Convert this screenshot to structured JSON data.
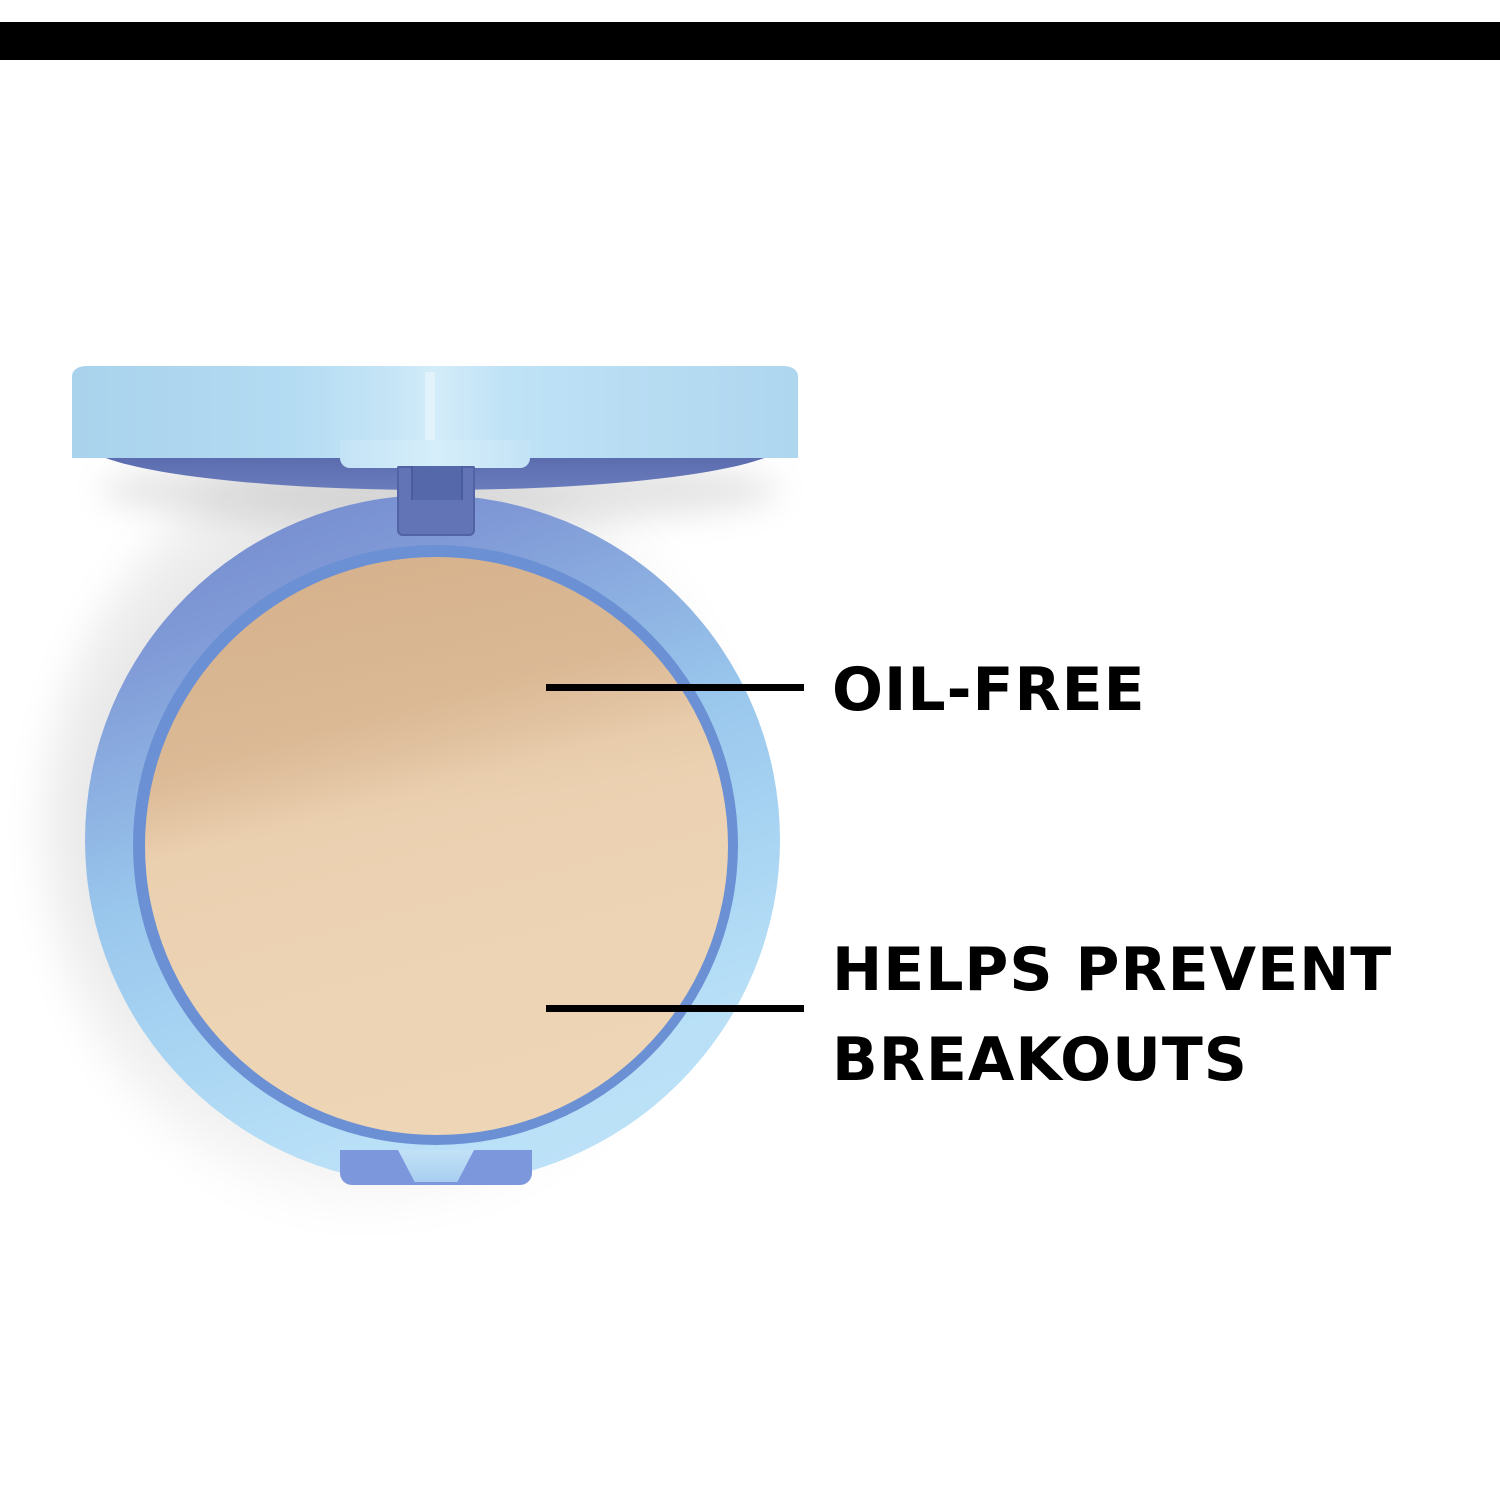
{
  "header": {
    "bar_color": "#000000"
  },
  "product": {
    "name": "pressed powder compact",
    "case_color": "#a9d2ec",
    "case_accent_color": "#6274b6",
    "powder_color": "#e8cba8"
  },
  "callouts": [
    {
      "label": "OIL-FREE"
    },
    {
      "label_line1": "HELPS PREVENT",
      "label_line2": "BREAKOUTS"
    }
  ]
}
